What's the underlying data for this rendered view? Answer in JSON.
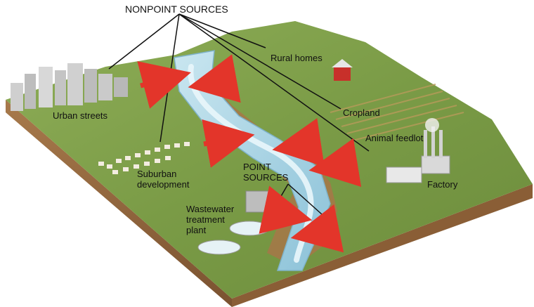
{
  "labels": {
    "nonpoint_sources": "NONPOINT SOURCES",
    "rural_homes": "Rural homes",
    "urban_streets": "Urban streets",
    "cropland": "Cropland",
    "animal_feedlot": "Animal feedlot",
    "point_sources": "POINT\nSOURCES",
    "suburban_development": "Suburban\ndevelopment",
    "factory": "Factory",
    "wastewater_treatment_plant": "Wastewater\ntreatment\nplant"
  },
  "colors": {
    "grass": "#7fa04a",
    "soil": "#9a6a3e",
    "river": "#a9d3e4",
    "arrow": "#e3352a"
  }
}
